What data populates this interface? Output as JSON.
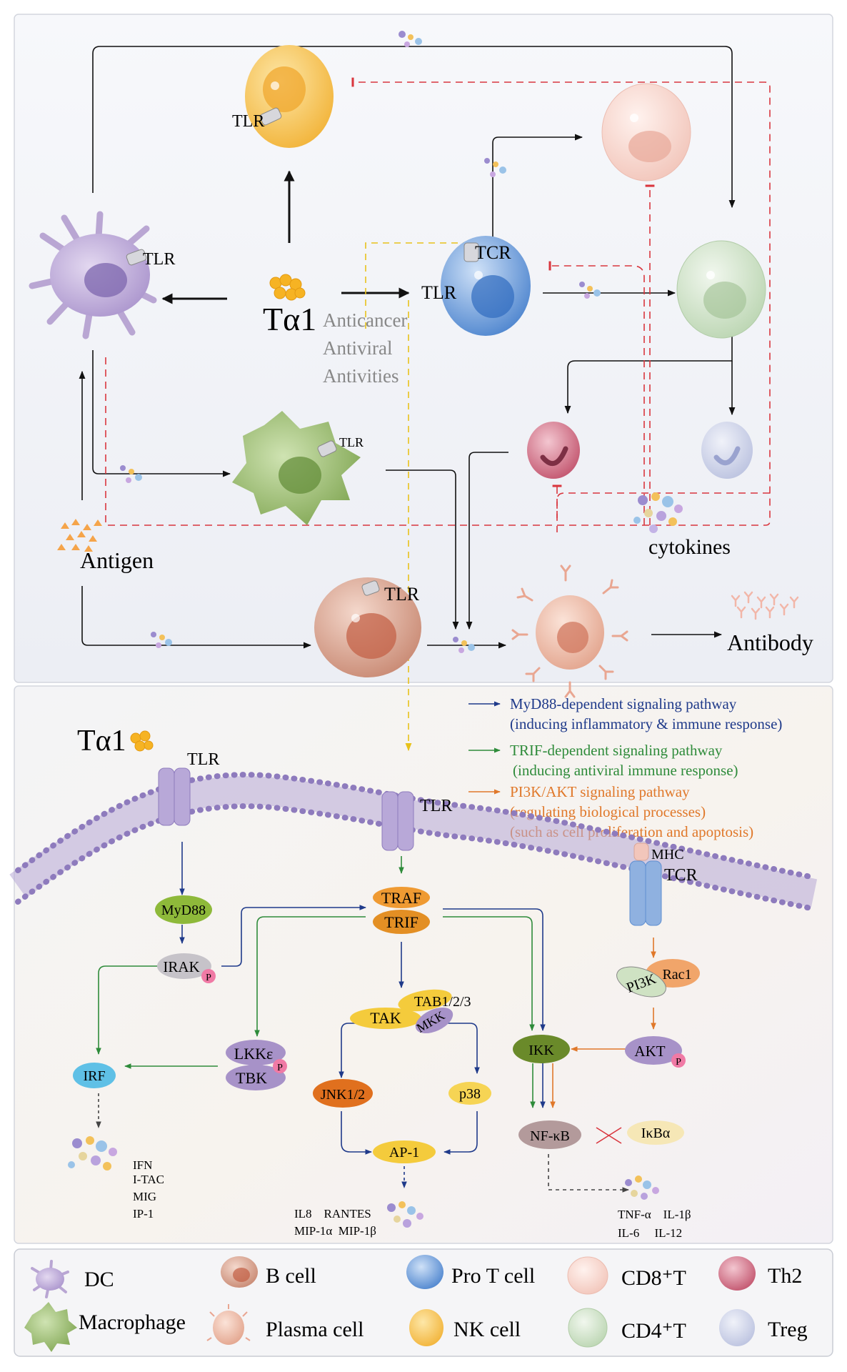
{
  "top": {
    "labels": {
      "tlr_nk": "TLR",
      "tlr_dc": "TLR",
      "tlr_t": "TLR",
      "tcr": "TCR",
      "tlr_mac": "TLR",
      "tlr_b": "TLR",
      "ta1": "Tα1",
      "activities": [
        "Anticancer",
        "Antiviral",
        "Antivities"
      ],
      "antigen": "Antigen",
      "cytokines": "cytokines",
      "antibody": "Antibody"
    }
  },
  "bottom": {
    "ta1": "Tα1",
    "legend_lines": [
      {
        "text": "MyD88-dependent signaling pathway",
        "color": "#1f3a8a"
      },
      {
        "text": "(inducing inflammatory & immune response)",
        "color": "#1f3a8a"
      },
      {
        "text": "TRIF-dependent signaling pathway",
        "color": "#2e8b3a"
      },
      {
        "text": "(inducing antiviral immune response)",
        "color": "#2e8b3a"
      },
      {
        "text": "PI3K/AKT signaling pathway",
        "color": "#e0782a"
      },
      {
        "text": "(regulating biological processes)",
        "color": "#e0782a"
      },
      {
        "text": "(such as cell proliferation and apoptosis)",
        "color": "#e0782a"
      }
    ],
    "receptors": {
      "tlr1": "TLR",
      "tlr2": "TLR",
      "mhc": "MHC",
      "tcr": "TCR"
    },
    "molecules": {
      "myd88": "MyD88",
      "irak": "IRAK",
      "p": "P",
      "traf": "TRAF",
      "trif": "TRIF",
      "tab": "TAB1/2/3",
      "tak": "TAK",
      "mkk": "MKK",
      "lkk": "LKKε",
      "tbk": "TBK",
      "irf": "IRF",
      "jnk": "JNK1/2",
      "p38": "p38",
      "ap1": "AP-1",
      "ikk": "IKK",
      "nfkb": "NF-κB",
      "ikba": "IκBα",
      "rac1": "Rac1",
      "pi3k": "PI3K",
      "akt": "AKT"
    },
    "outputs": {
      "irf_cytokines": [
        "IFN",
        "I-TAC",
        "MIG",
        "IP-1"
      ],
      "ap1_cytokines": [
        "IL8    RANTES",
        "MIP-1α  MIP-1β"
      ],
      "nfkb_cytokines": [
        "TNF-α    IL-1β",
        "IL-6     IL-12"
      ]
    }
  },
  "legend": {
    "items": [
      {
        "label": "DC",
        "color": "#b9a6d3"
      },
      {
        "label": "B cell",
        "color": "#d9a08c"
      },
      {
        "label": "Pro T cell",
        "color": "#5f8fd1"
      },
      {
        "label": "CD8⁺T",
        "color": "#f3cfc6"
      },
      {
        "label": "Th2",
        "color": "#c8647d"
      },
      {
        "label": "Macrophage",
        "color": "#88ae5a"
      },
      {
        "label": "Plasma cell",
        "color": "#e9b6a3"
      },
      {
        "label": "NK cell",
        "color": "#f2b640"
      },
      {
        "label": "CD4⁺T",
        "color": "#c6dcc0"
      },
      {
        "label": "Treg",
        "color": "#c7cde4"
      }
    ]
  },
  "colors": {
    "myd88_path": "#1f3a8a",
    "trif_path": "#2e8b3a",
    "pi3k_path": "#e0782a",
    "inhibit": "#d9363e",
    "membrane": "#8e7bbd"
  }
}
